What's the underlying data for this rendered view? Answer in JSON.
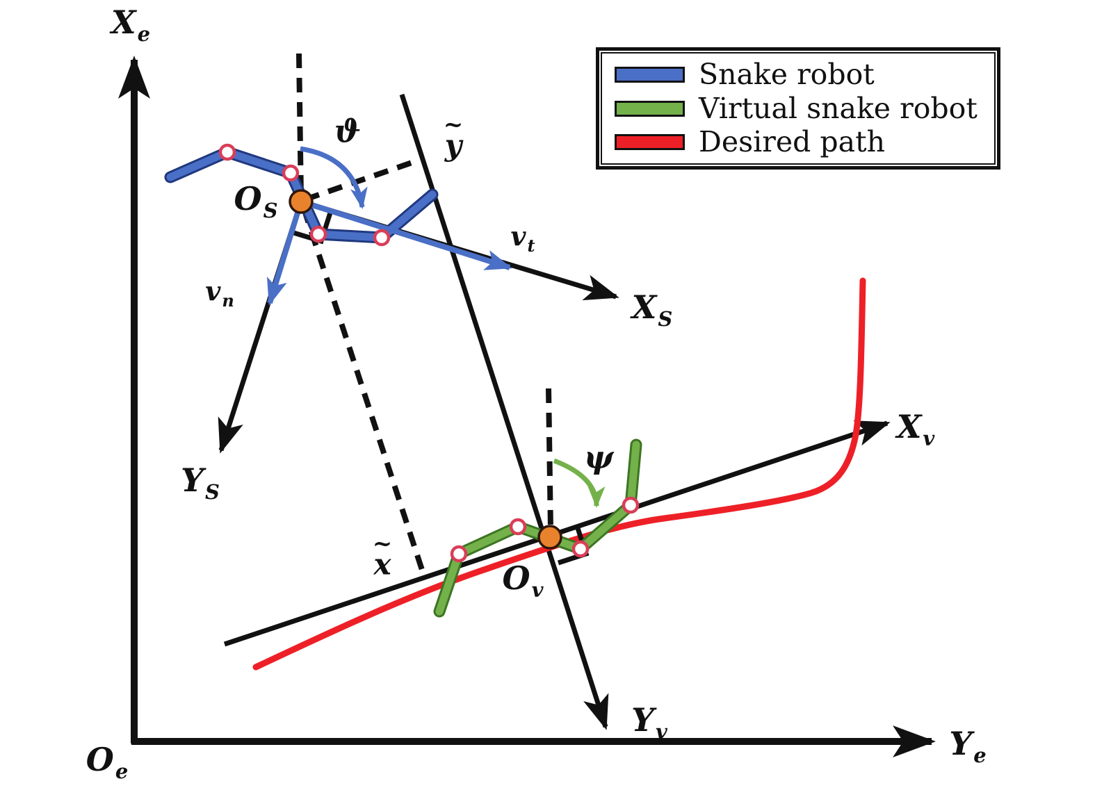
{
  "legend": {
    "items": [
      {
        "label": "Snake robot",
        "color": "#4a6fc6"
      },
      {
        "label": "Virtual snake robot",
        "color": "#74b14b"
      },
      {
        "label": "Desired path",
        "color": "#ee2027"
      }
    ]
  },
  "labels": {
    "global_frame": {
      "x_axis": {
        "main": "X",
        "sub": "e"
      },
      "y_axis": {
        "main": "Y",
        "sub": "e"
      },
      "origin": {
        "main": "O",
        "sub": "e"
      }
    },
    "snake_frame": {
      "x_axis": {
        "main": "X",
        "sub": "S"
      },
      "y_axis": {
        "main": "Y",
        "sub": "S"
      },
      "origin": {
        "main": "O",
        "sub": "S"
      },
      "tangential_velocity": {
        "main": "v",
        "sub": "t"
      },
      "normal_velocity": {
        "main": "v",
        "sub": "n"
      },
      "heading_angle": "ϑ"
    },
    "virtual_frame": {
      "x_axis": {
        "main": "X",
        "sub": "v"
      },
      "y_axis": {
        "main": "Y",
        "sub": "v"
      },
      "origin": {
        "main": "O",
        "sub": "v"
      },
      "heading_angle": "ψ"
    },
    "path_errors": {
      "along_track": {
        "accent": "~",
        "main": "x"
      },
      "cross_track": {
        "accent": "~",
        "main": "y"
      }
    }
  },
  "colors": {
    "axis": "#111111",
    "snake_robot": "#4a6fc6",
    "snake_robot_outline": "#20387e",
    "virtual_snake_robot": "#74b14b",
    "virtual_snake_robot_outline": "#3c7522",
    "desired_path": "#ee2027",
    "origin_marker": "#e8822c",
    "joint_marker_ring": "#d93e58"
  }
}
